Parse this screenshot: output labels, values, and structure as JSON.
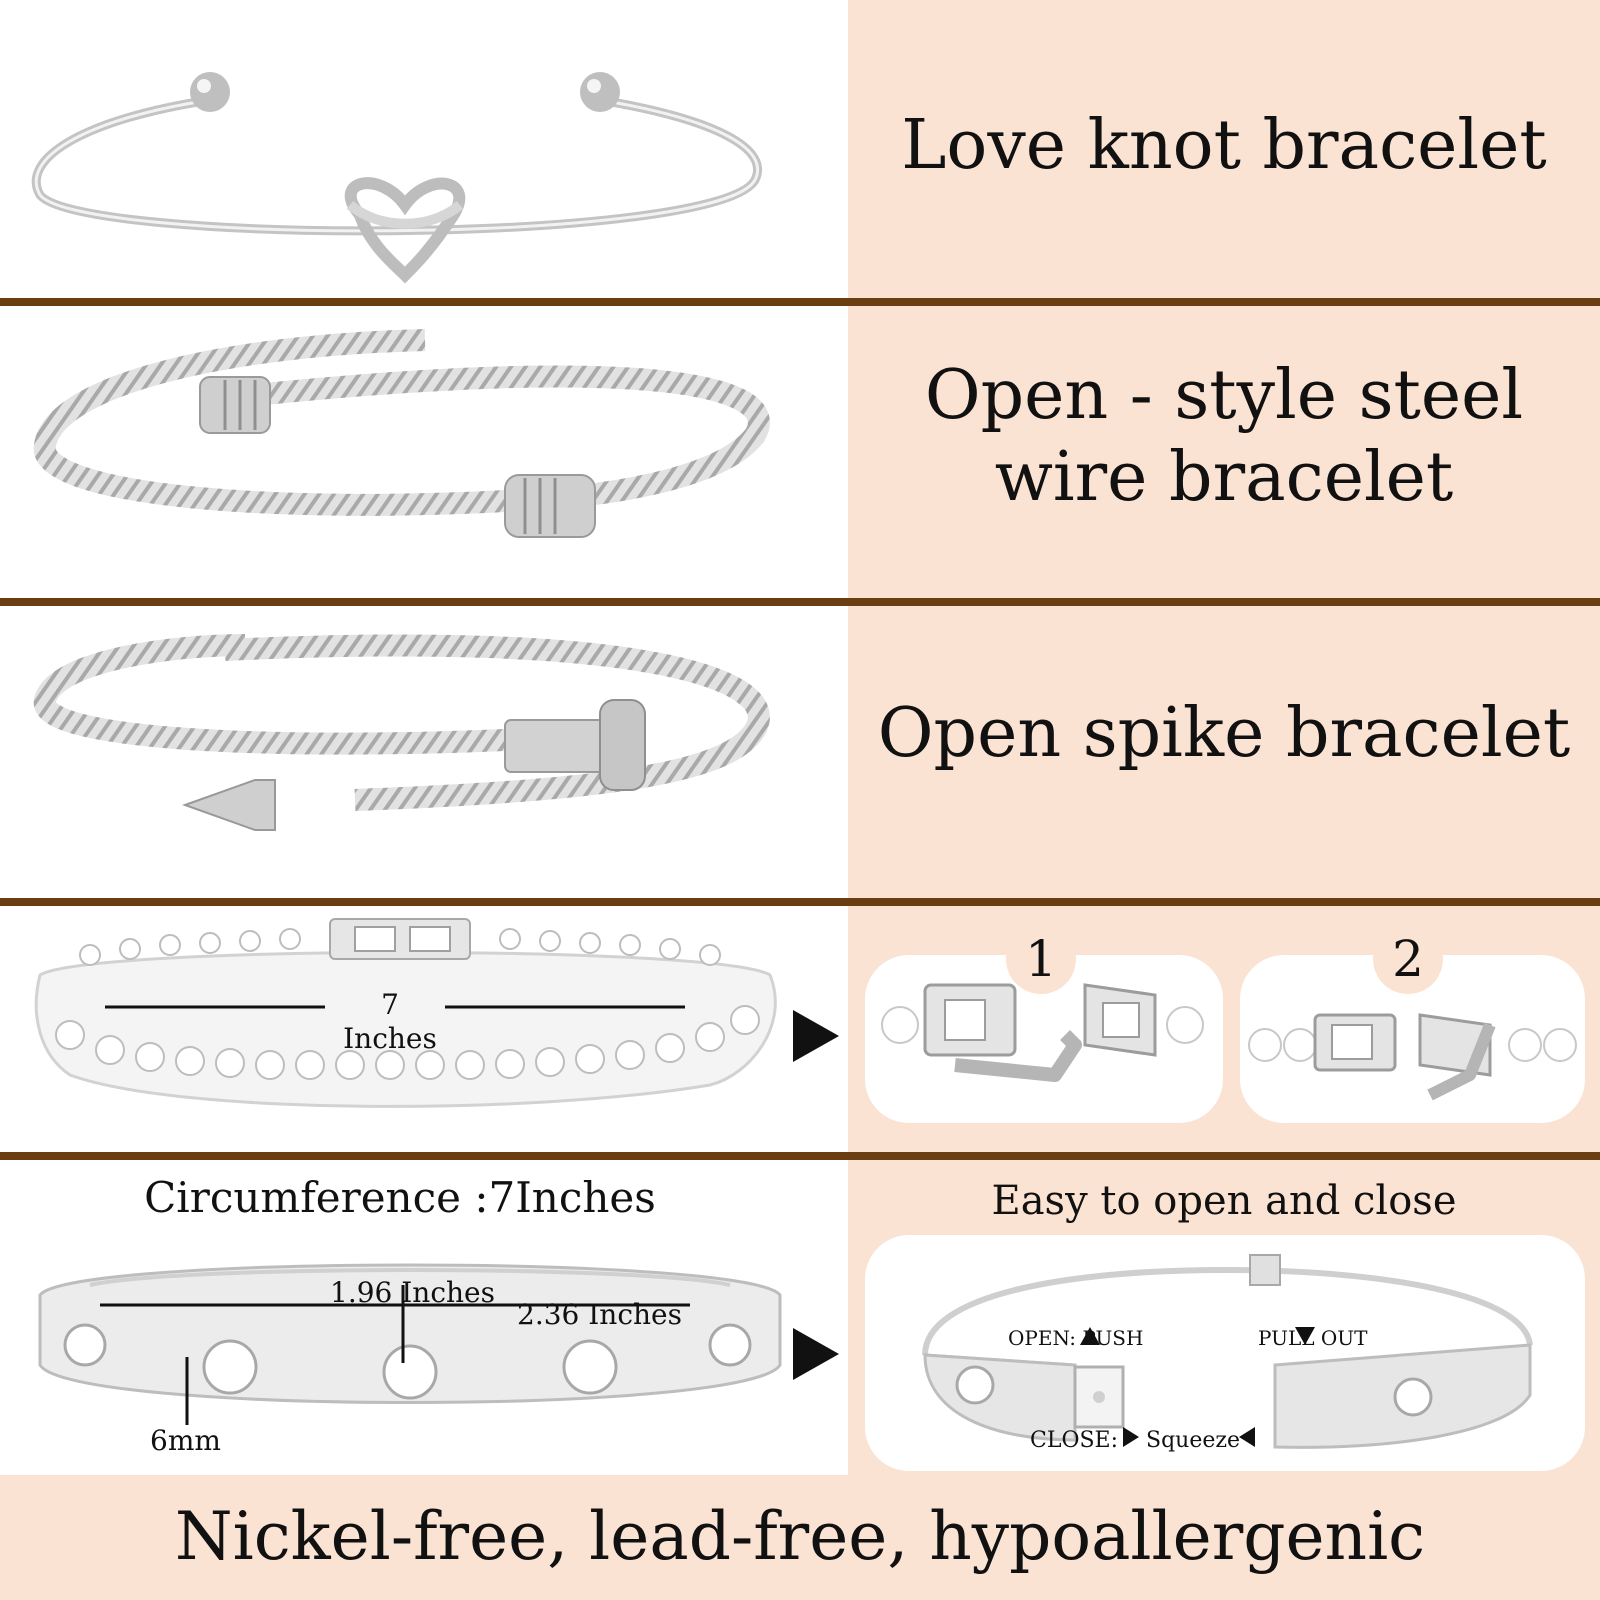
{
  "rows": {
    "love_knot": {
      "title": "Love knot bracelet"
    },
    "wire": {
      "title_line1": "Open - style steel",
      "title_line2": "wire bracelet"
    },
    "spike": {
      "title": "Open spike bracelet"
    },
    "tennis": {
      "length_label": "7 Inches",
      "step1": "1",
      "step2": "2"
    },
    "bangle": {
      "circumference": "Circumference :7Inches",
      "inner_diameter": "1.96 Inches",
      "outer_diameter": "2.36 Inches",
      "width": "6mm",
      "easy_label": "Easy to open and close",
      "open_push": "OPEN: PUSH",
      "pull_out": "PULL OUT",
      "close": "CLOSE:",
      "squeeze": "Squeeze"
    }
  },
  "footer": {
    "text": "Nickel-free, lead-free, hypoallergenic"
  },
  "colors": {
    "divider": "#6b3e12",
    "panel": "#fbe3d4",
    "silver": "#c9c9c9"
  }
}
